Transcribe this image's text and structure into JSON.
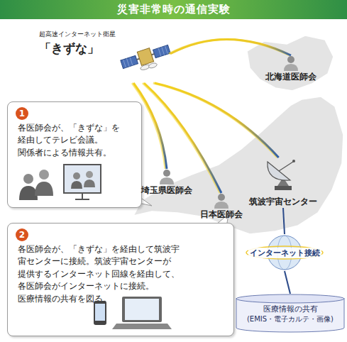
{
  "diagram": {
    "title": "災害非常時の通信実験",
    "nodes": [
      {
        "text": [
          "超高速インターネット衛星",
          "「きずな」"
        ]
      },
      {
        "text": [
          "北海道医師会"
        ]
      },
      {
        "text": [
          "各医師会が、「きずな」を 経由してテレビ会議。 関係者による情報共有。"
        ]
      },
      {
        "text": [
          "埼玉県医師会"
        ]
      },
      {
        "text": [
          "日本医師会"
        ]
      },
      {
        "text": [
          "筑波宇宙センター"
        ]
      },
      {
        "text": [
          "各医師会が、「きずな」を経由して筑波宇 宙センターに接続。筑波宇宙センターが 提供するインターネット回線を経由して、 各医師会がインターネットに接続。 医療情報の共有を図る。"
        ]
      },
      {
        "text": [
          "インターネット接続"
        ]
      },
      {
        "text": [
          "医療情報の共有",
          "(EMIS・電子カルテ・画像)"
        ]
      }
    ],
    "edges": [
      {
        "from": 0,
        "to": 1,
        "arrow": "none"
      },
      {
        "from": 0,
        "to": 3,
        "arrow": "none"
      },
      {
        "from": 0,
        "to": 4,
        "arrow": "none"
      },
      {
        "from": 0,
        "to": 5,
        "arrow": "none"
      },
      {
        "from": 5,
        "to": 7,
        "arrow": "none"
      },
      {
        "from": 7,
        "to": 8,
        "arrow": "none"
      }
    ],
    "labels": [
      "1",
      "2"
    ]
  }
}
